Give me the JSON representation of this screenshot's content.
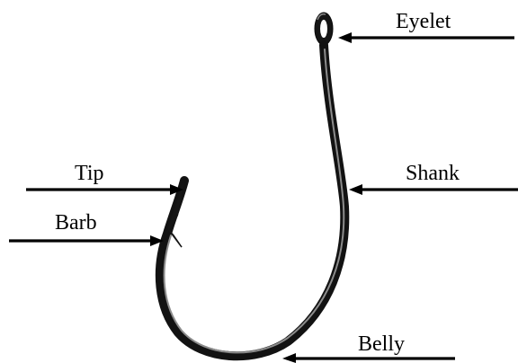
{
  "labels": {
    "eyelet": "Eyelet",
    "shank": "Shank",
    "tip": "Tip",
    "barb": "Barb",
    "belly": "Belly"
  },
  "colors": {
    "background": "#ffffff",
    "text": "#000000",
    "hook_dark": "#1f1f1f",
    "hook_highlight": "#9a9a9a"
  }
}
